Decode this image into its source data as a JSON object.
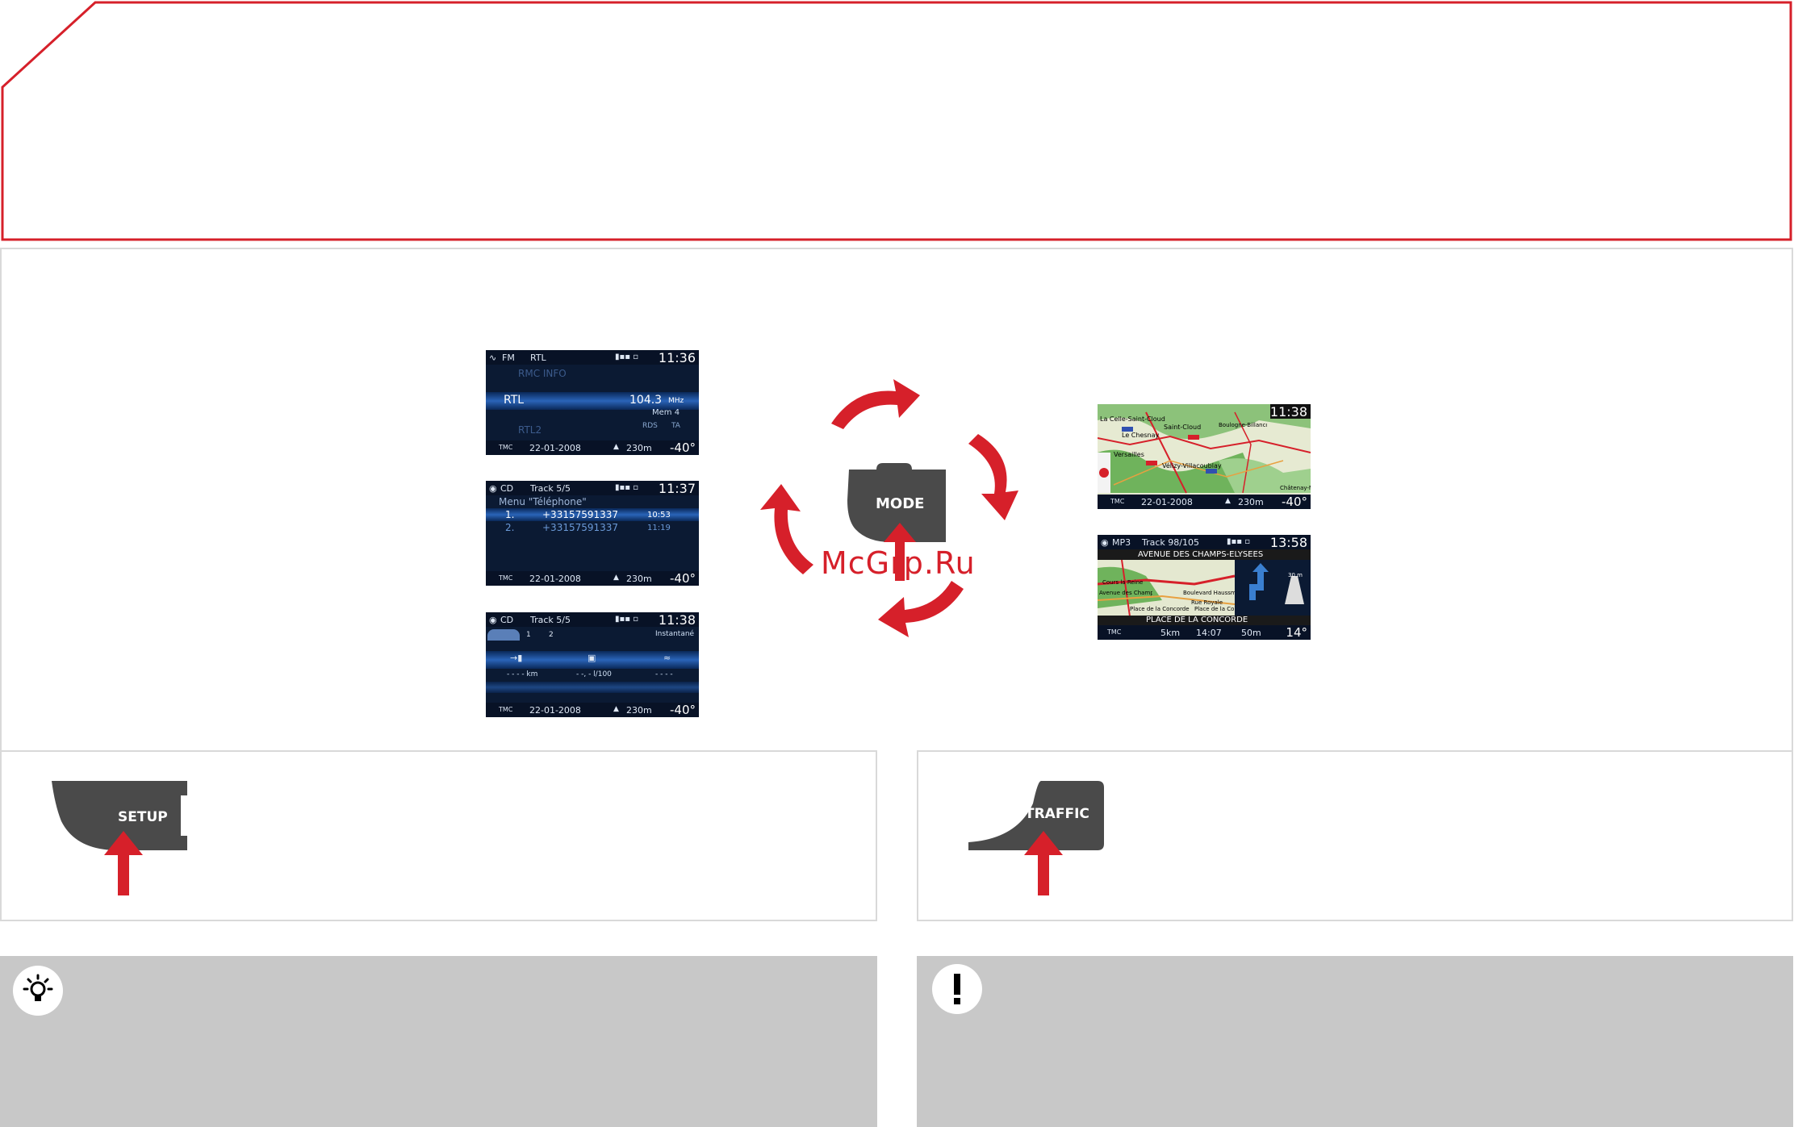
{
  "colors": {
    "accent_red": "#d6202a",
    "button_grey": "#4a4a4a",
    "panel_grey": "#c8c8c8",
    "border_grey": "#d9d9d9"
  },
  "buttons": {
    "mode": "MODE",
    "setup": "SETUP",
    "traffic": "TRAFFIC"
  },
  "watermark": "McGrp.Ru",
  "screens": {
    "radio": {
      "source": "FM",
      "station": "RTL",
      "clock": "11:36",
      "above": "RMC INFO",
      "main_station": "RTL",
      "freq": "104.3",
      "unit": "MHz",
      "mem": "Mem 4",
      "rds": "RDS",
      "ta": "TA",
      "below": "RTL2",
      "tmc": "TMC",
      "date": "22-01-2008",
      "alt": "230m",
      "temp": "-40°"
    },
    "phone": {
      "source": "CD",
      "track": "Track 5/5",
      "clock": "11:37",
      "menu": "Menu \"Téléphone\"",
      "rows": [
        {
          "idx": "1.",
          "num": "+33157591337",
          "time": "10:53"
        },
        {
          "idx": "2.",
          "num": "+33157591337",
          "time": "11:19"
        }
      ],
      "tmc": "TMC",
      "date": "22-01-2008",
      "alt": "230m",
      "temp": "-40°"
    },
    "trip": {
      "source": "CD",
      "track": "Track 5/5",
      "clock": "11:38",
      "tab1": "1",
      "tab2": "2",
      "mode": "Instantané",
      "v1": "- - - - km",
      "v2": "- -, - l/100",
      "v3": "- - - -",
      "tmc": "TMC",
      "date": "22-01-2008",
      "alt": "230m",
      "temp": "-40°"
    },
    "map": {
      "clock": "11:38",
      "places": [
        "La Celle-Saint-Cloud",
        "Le Chesnay",
        "Saint-Cloud",
        "Boulogne-Billancourt",
        "Versailles",
        "Vélizy-Villacoublay",
        "Châtenay-Malabry"
      ],
      "tmc": "TMC",
      "date": "22-01-2008",
      "alt": "230m",
      "temp": "-40°"
    },
    "nav": {
      "source": "MP3",
      "track": "Track 98/105",
      "clock": "13:58",
      "street": "AVENUE DES CHAMPS-ELYSEES",
      "next": "PLACE DE LA CONCORDE",
      "places": [
        "Cours la Reine",
        "Avenue des Champs-Elysées",
        "Boulevard Haussmann",
        "Rue Royale",
        "Place de la Concorde",
        "Place de la Concorde"
      ],
      "dist_label": "30 m",
      "tmc": "TMC",
      "dist": "5km",
      "eta": "14:07",
      "alt": "50m",
      "temp": "14°"
    }
  }
}
